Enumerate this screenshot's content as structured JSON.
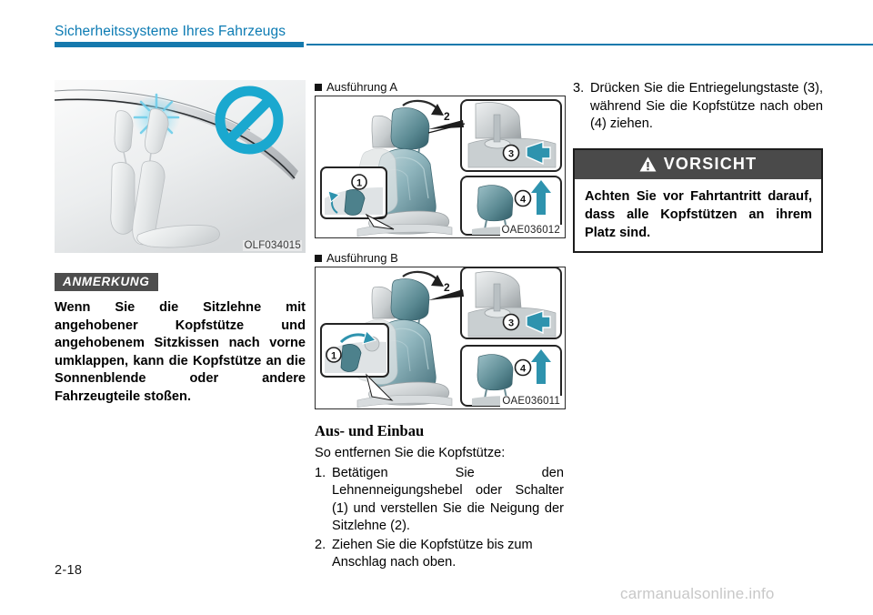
{
  "header": {
    "title": "Sicherheitssysteme Ihres Fahrzeugs",
    "accent_color": "#1579ad"
  },
  "footer": {
    "page_number": "2-18",
    "watermark": "carmanualsonline.info"
  },
  "left_column": {
    "figure": {
      "code": "OLF034015",
      "alt": "Seitenansicht von Sitzen mit angehobenen Kopfstuetzen, die an die Sonnenblende stossen, mit Verbotszeichen"
    },
    "note": {
      "label": "ANMERKUNG",
      "text": "Wenn Sie die Sitzlehne mit angehobener Kopfstütze und angehobenem Sitzkissen nach vorne umklappen, kann die Kopfstütze an die Sonnenblende oder andere Fahrzeugteile stoßen."
    }
  },
  "middle_column": {
    "variant_a": {
      "label": "Ausführung A",
      "code": "OAE036012",
      "callouts": [
        "1",
        "2",
        "3",
        "4"
      ]
    },
    "variant_b": {
      "label": "Ausführung B",
      "code": "OAE036011",
      "callouts": [
        "1",
        "2",
        "3",
        "4"
      ]
    },
    "section_heading": "Aus- und Einbau",
    "intro": "So entfernen Sie die Kopfstütze:",
    "steps": [
      {
        "num": "1.",
        "text": "Betätigen Sie den Lehnenneigungshebel oder Schalter (1) und verstellen Sie die Neigung der Sitzlehne (2)."
      },
      {
        "num": "2.",
        "text": "Ziehen Sie die Kopfstütze bis zum Anschlag nach oben."
      }
    ]
  },
  "right_column": {
    "steps": [
      {
        "num": "3.",
        "text": "Drücken Sie die Entriegelungstaste (3), während Sie die Kopfstütze nach oben (4) ziehen."
      }
    ],
    "warning": {
      "label": "VORSICHT",
      "text": "Achten Sie vor Fahrtantritt darauf, dass alle Kopfstützen an ihrem Platz sind.",
      "header_bg": "#4a4a4a"
    }
  }
}
